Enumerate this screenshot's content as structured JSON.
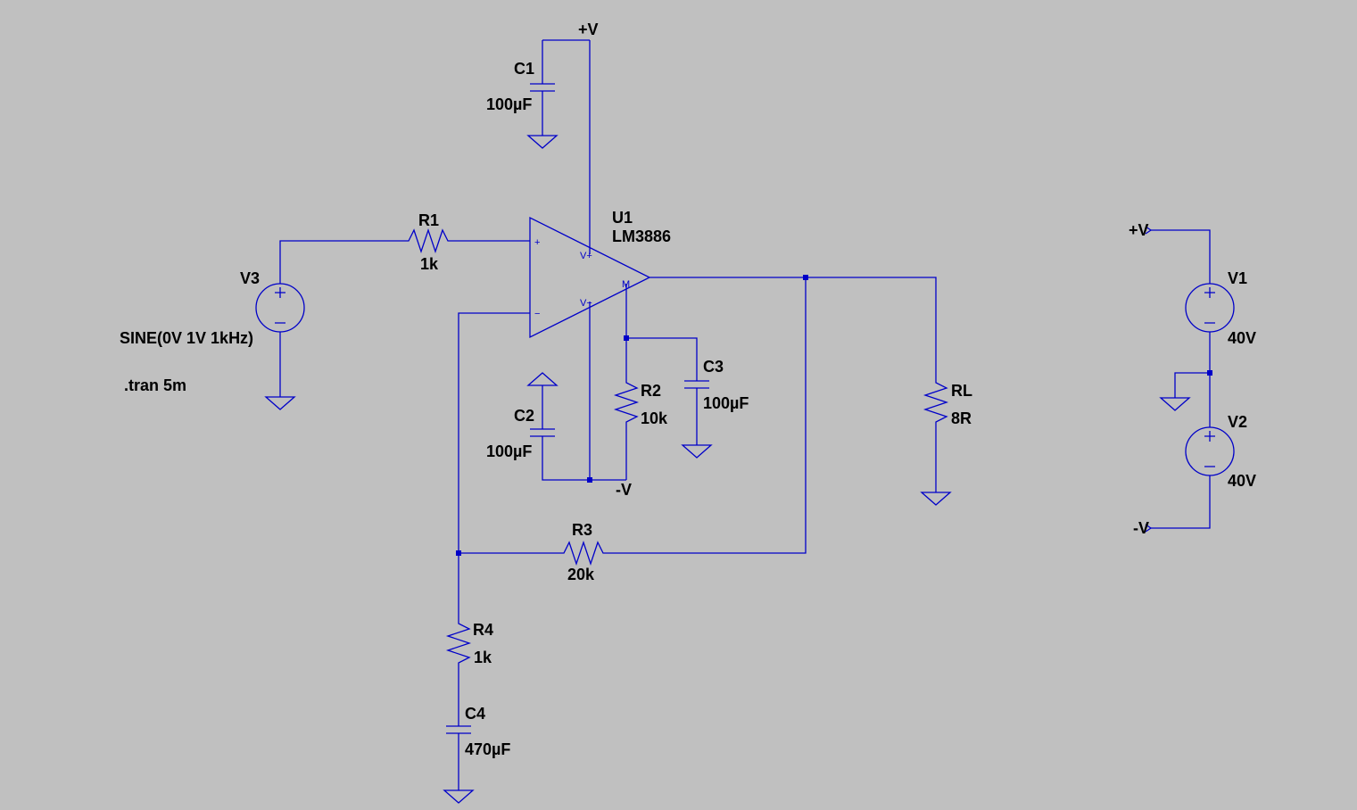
{
  "components": {
    "U1": {
      "ref": "U1",
      "value": "LM3886",
      "pins": {
        "plus": "+",
        "minus": "−",
        "vplus": "V+",
        "vminus": "V−",
        "mute": "M"
      }
    },
    "R1": {
      "ref": "R1",
      "value": "1k"
    },
    "R2": {
      "ref": "R2",
      "value": "10k"
    },
    "R3": {
      "ref": "R3",
      "value": "20k"
    },
    "R4": {
      "ref": "R4",
      "value": "1k"
    },
    "RL": {
      "ref": "RL",
      "value": "8R"
    },
    "C1": {
      "ref": "C1",
      "value": "100µF"
    },
    "C2": {
      "ref": "C2",
      "value": "100µF"
    },
    "C3": {
      "ref": "C3",
      "value": "100µF"
    },
    "C4": {
      "ref": "C4",
      "value": "470µF"
    },
    "V1": {
      "ref": "V1",
      "value": "40V"
    },
    "V2": {
      "ref": "V2",
      "value": "40V"
    },
    "V3": {
      "ref": "V3",
      "value": "SINE(0V 1V 1kHz)"
    }
  },
  "nets": {
    "vplus_top": "+V",
    "vminus_mid": "-V",
    "vplus_supply": "+V",
    "vminus_supply": "-V"
  },
  "directive": ".tran 5m",
  "colors": {
    "wire": "#0000c8",
    "background": "#c0c0c0",
    "text": "#000000"
  }
}
